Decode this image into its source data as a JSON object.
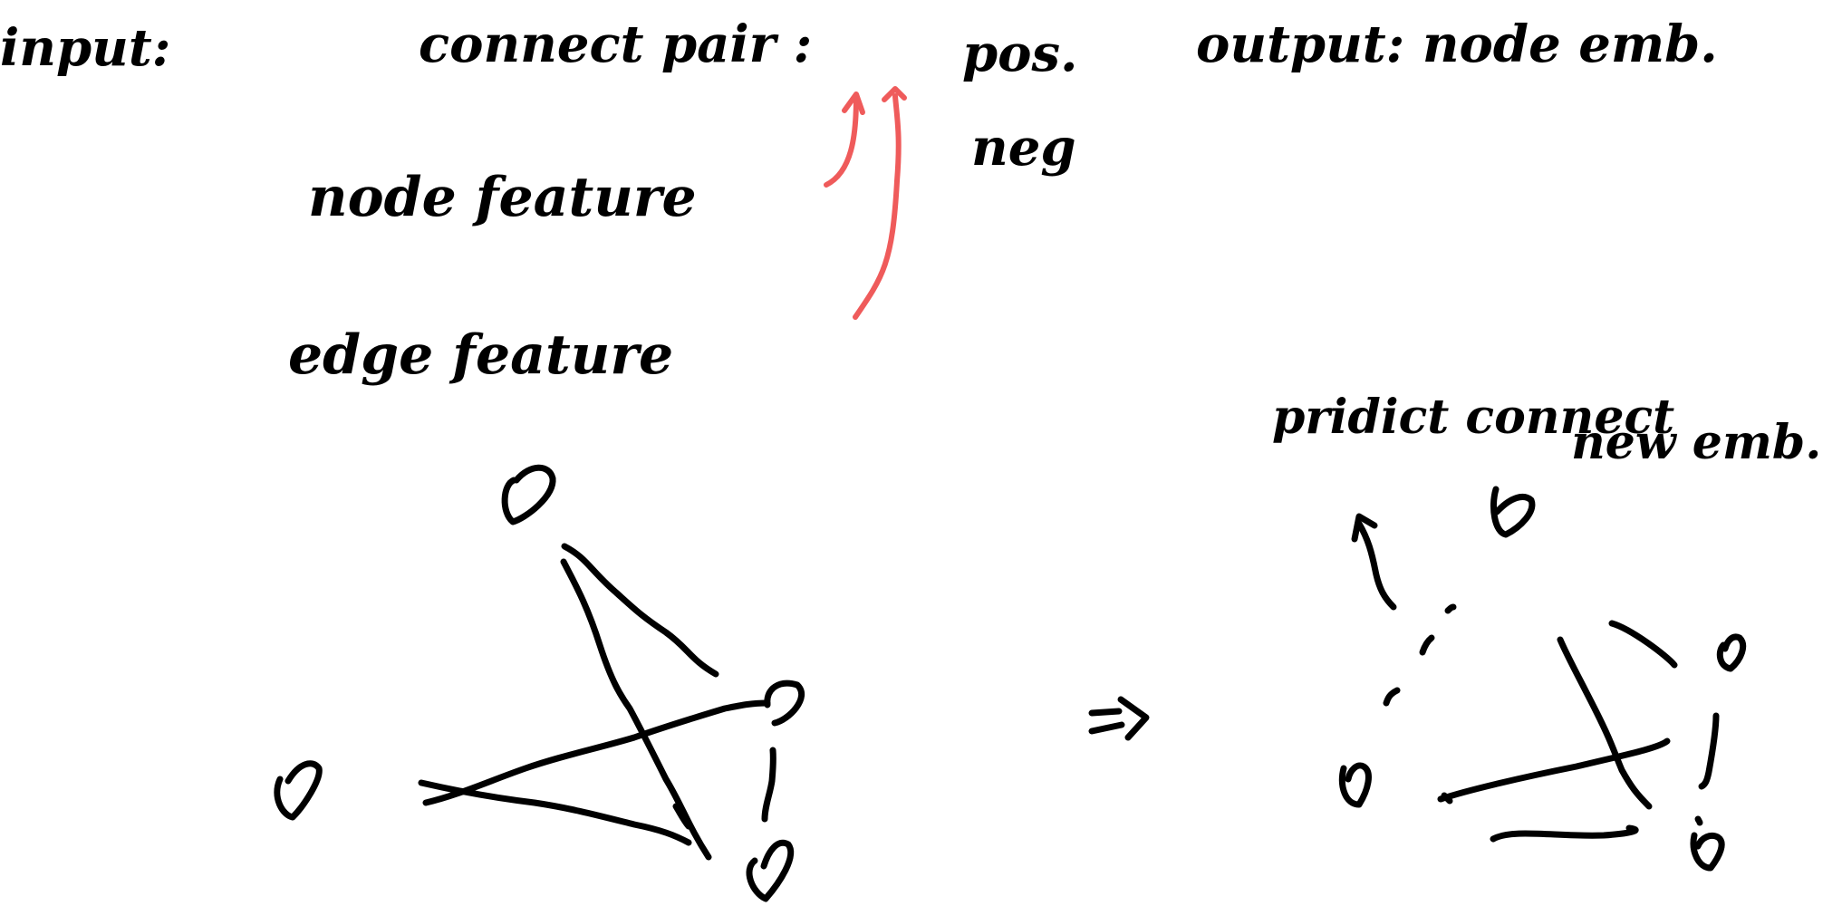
{
  "labels": {
    "input": "input:",
    "connect_pair": "connect pair :",
    "pos": "pos.",
    "neg": "neg",
    "output": "output: node emb.",
    "node_feature": "node feature",
    "edge_feature": "edge feature",
    "predict_connect": "pridict connect",
    "new_emb": "new emb."
  },
  "colors": {
    "ink": "#000000",
    "arrow": "#ef5b5b",
    "background": "#ffffff"
  },
  "icons": {
    "transform_arrow": "double-arrow-right"
  }
}
